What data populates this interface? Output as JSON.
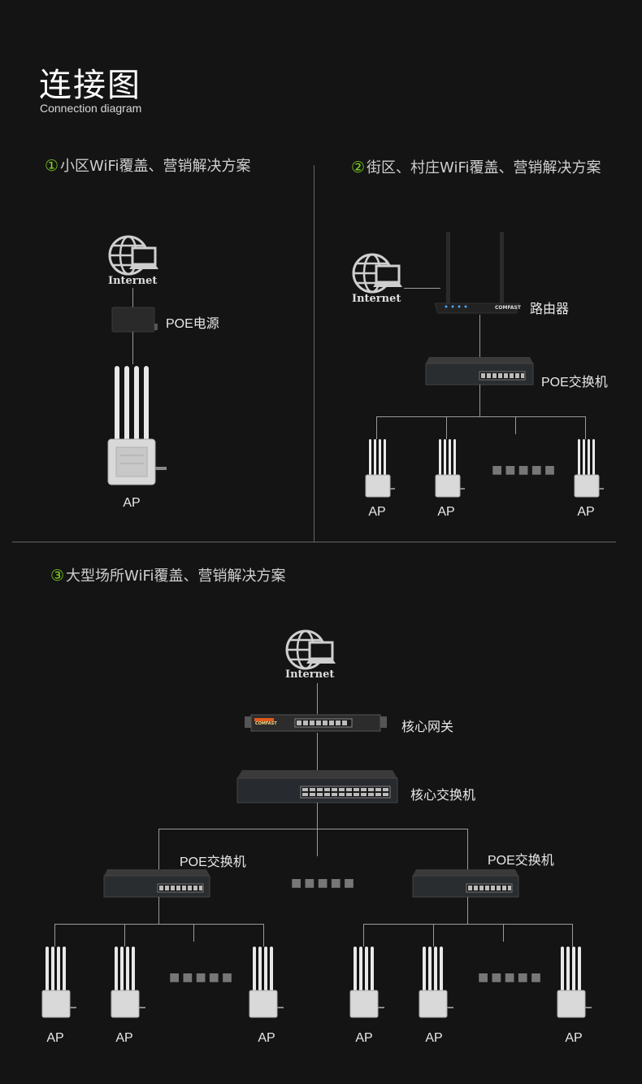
{
  "header": {
    "title": "连接图",
    "subtitle": "Connection diagram"
  },
  "sections": [
    {
      "num": "①",
      "text": "小区WiFi覆盖、营销解决方案"
    },
    {
      "num": "②",
      "text": "街区、村庄WiFi覆盖、营销解决方案"
    },
    {
      "num": "③",
      "text": "大型场所WiFi覆盖、营销解决方案"
    }
  ],
  "devices": {
    "internet": "Internet",
    "poe_power": "POE电源",
    "router": "路由器",
    "poe_switch": "POE交换机",
    "core_gateway": "核心网关",
    "core_switch": "核心交换机",
    "ap": "AP",
    "router_brand": "COMFAST",
    "gateway_brand": "COMFAST"
  },
  "colors": {
    "background": "#141414",
    "accent": "#7ed321",
    "lines": "#9a9a9a"
  },
  "icons": [
    "globe-laptop-icon",
    "poe-adapter-icon",
    "outdoor-ap-icon",
    "router-icon",
    "switch-icon",
    "gateway-icon"
  ]
}
